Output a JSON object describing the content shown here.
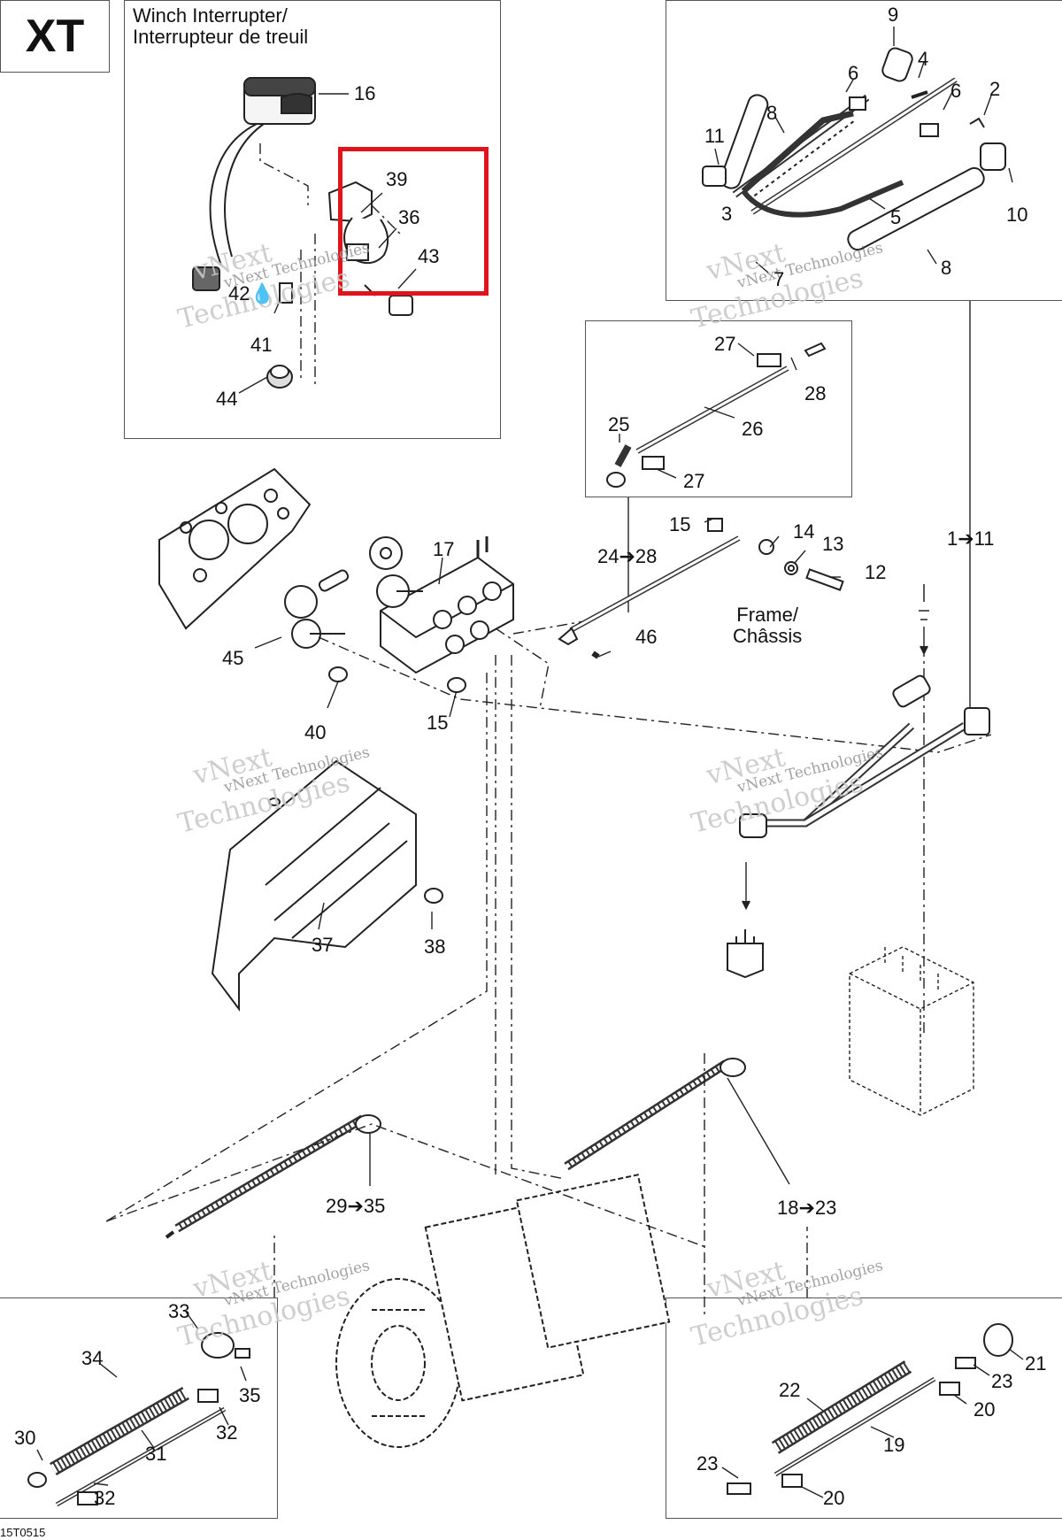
{
  "diagram": {
    "model_tag": "XT",
    "title_en": "Winch Interrupter/",
    "title_fr": "Interrupteur de treuil",
    "frame_label_en": "Frame/",
    "frame_label_fr": "Châssis",
    "drawing_code": "15T0515",
    "watermark": {
      "line1": "vNext",
      "line2": "vNext Technologies",
      "line3": "Technologies"
    },
    "highlight_color": "#e0151c",
    "part_labels": {
      "p16": "16",
      "p39": "39",
      "p36": "36",
      "p43": "43",
      "p42": "42",
      "p41": "41",
      "p44": "44",
      "p9": "9",
      "p6a": "6",
      "p4": "4",
      "p6b": "6",
      "p2": "2",
      "p8a": "8",
      "p11": "11",
      "p3": "3",
      "p5": "5",
      "p10": "10",
      "p7": "7",
      "p8b": "8",
      "p27a": "27",
      "p28": "28",
      "p25": "25",
      "p26": "26",
      "p27b": "27",
      "p17": "17",
      "p15a": "15",
      "p14": "14",
      "p13": "13",
      "p12": "12",
      "p24_28": "24➔28",
      "p1_11": "1➔11",
      "p46": "46",
      "p45": "45",
      "p40": "40",
      "p15b": "15",
      "p37": "37",
      "p38": "38",
      "p29_35": "29➔35",
      "p18_23": "18➔23",
      "p33": "33",
      "p34": "34",
      "p35": "35",
      "p32a": "32",
      "p30": "30",
      "p31": "31",
      "p32b": "32",
      "p21": "21",
      "p22": "22",
      "p23a": "23",
      "p20a": "20",
      "p19": "19",
      "p23b": "23",
      "p20b": "20"
    }
  }
}
